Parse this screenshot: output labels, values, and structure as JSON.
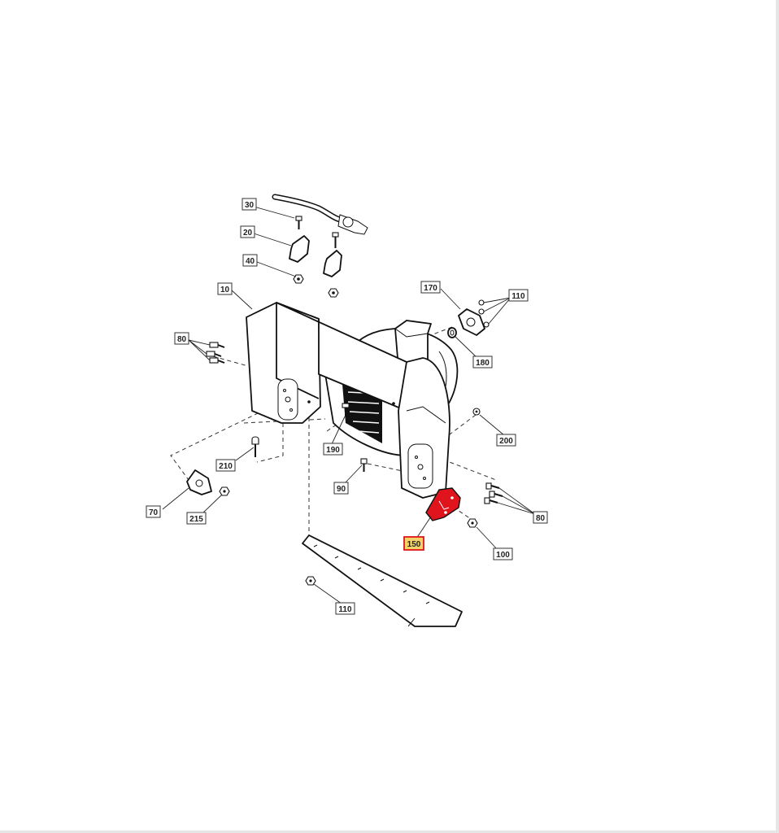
{
  "colors": {
    "selected_part_fill": "#e0141c",
    "selected_label_fill": "#f3d26a",
    "selected_label_border": "#e0141c",
    "line": "#111111"
  },
  "callouts": {
    "c30": "30",
    "c20": "20",
    "c40": "40",
    "c10": "10",
    "c170": "170",
    "c110_top": "110",
    "c80_left": "80",
    "c180": "180",
    "c190": "190",
    "c200": "200",
    "c210": "210",
    "c90": "90",
    "c70": "70",
    "c215": "215",
    "c80_right": "80",
    "c150": "150",
    "c100": "100",
    "c110_bottom": "110"
  },
  "selected_part": "150"
}
